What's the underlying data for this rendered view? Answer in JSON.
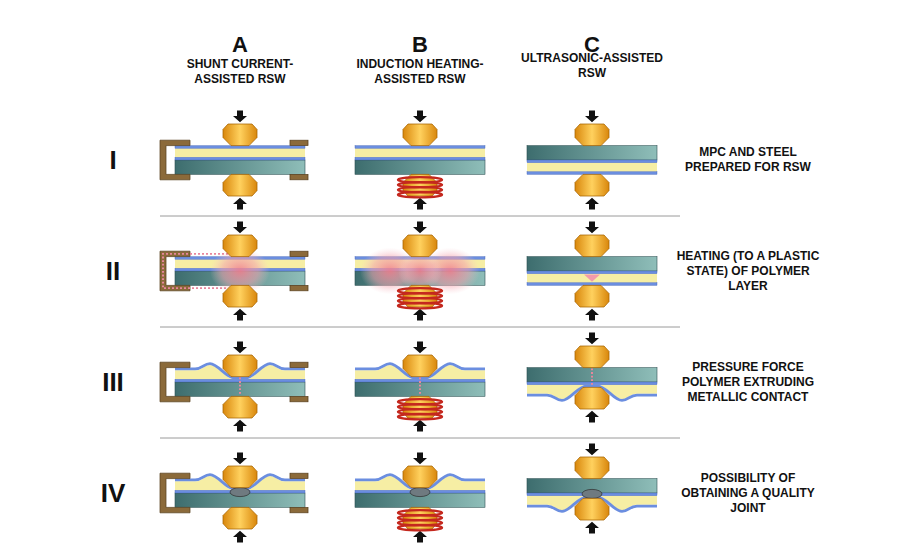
{
  "diagram": {
    "labels": [
      "A",
      "SHUNT CURRENT-ASSISTED RSW",
      "B",
      "INDUCTION HEATING-ASSISTED RSW",
      "C",
      "ULTRASONIC-ASSISTED RSW",
      "I",
      "MPC AND STEEL PREPARED FOR RSW",
      "II",
      "HEATING (TO A PLASTIC STATE) OF POLYMER LAYER",
      "III",
      "PRESSURE FORCE POLYMER EXTRUDING METALLIC CONTACT",
      "IV",
      "POSSIBILITY OF OBTAINING A QUALITY JOINT"
    ]
  }
}
